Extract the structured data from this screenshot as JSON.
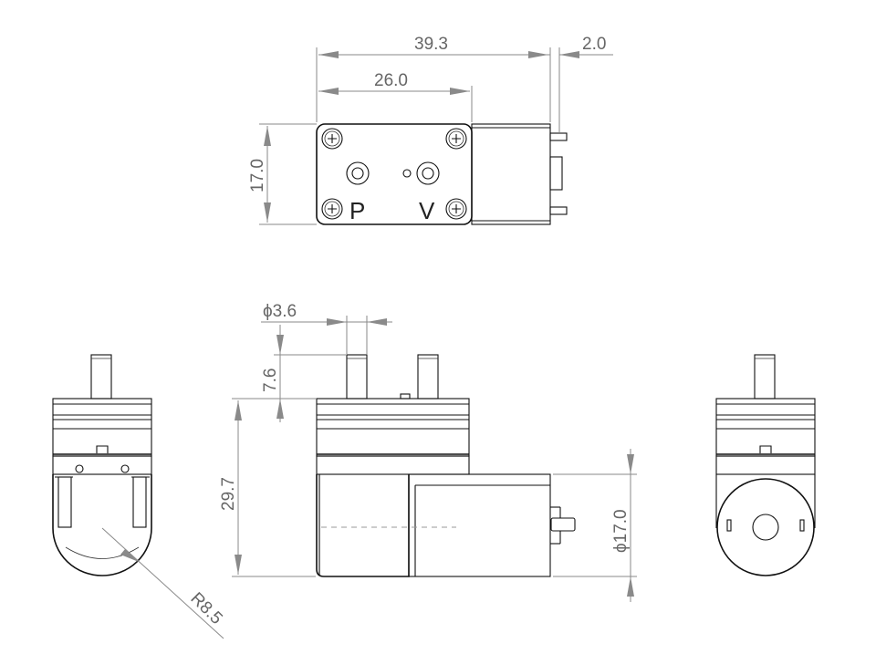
{
  "dimensions": {
    "overall_length": "39.3",
    "terminal_length": "2.0",
    "head_length": "26.0",
    "head_height": "17.0",
    "port_diameter": "ϕ3.6",
    "port_height": "7.6",
    "body_height": "29.7",
    "motor_diameter": "ϕ17.0",
    "motor_radius": "R8.5"
  },
  "port_labels": {
    "pressure": "P",
    "vacuum": "V"
  }
}
